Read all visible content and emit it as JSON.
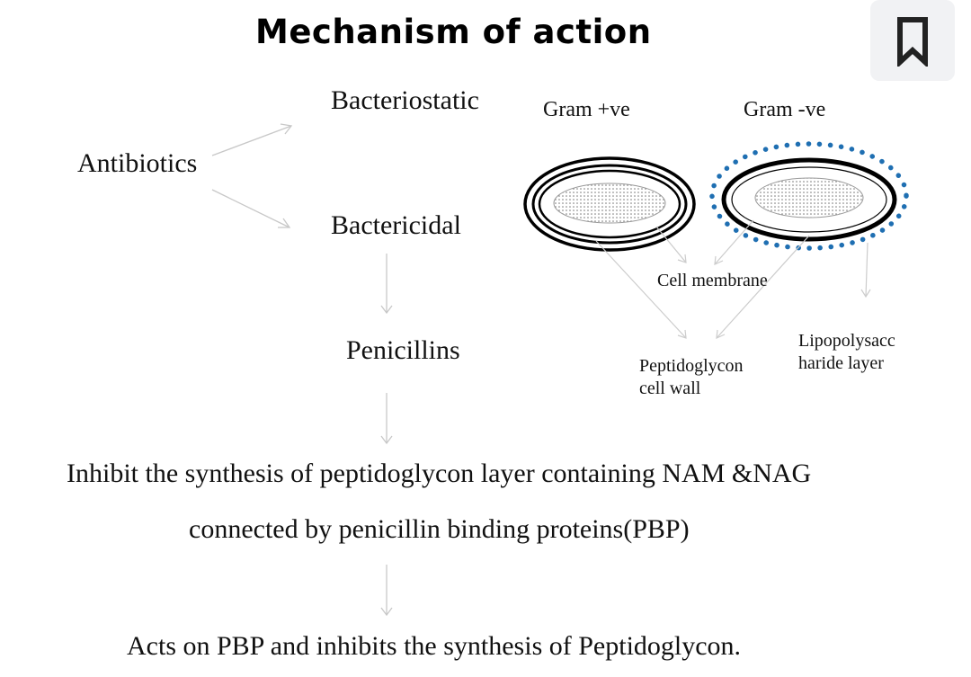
{
  "title": "Mechanism of action",
  "toolbar": {
    "bookmark_icon": "bookmark-icon"
  },
  "flow": {
    "antibiotics": "Antibiotics",
    "bacteriostatic": "Bacteriostatic",
    "bactericidal": "Bactericidal",
    "penicillins": "Penicillins",
    "inhibit_line1": "Inhibit the synthesis of peptidoglycon layer containing NAM &NAG",
    "inhibit_line2": "connected by penicillin binding proteins(PBP)",
    "acts": "Acts on PBP and inhibits the synthesis of Peptidoglycon."
  },
  "cells": {
    "gram_pos": "Gram +ve",
    "gram_neg": "Gram -ve",
    "cell_membrane": "Cell membrane",
    "peptidoglycan_line1": "Peptidoglycon",
    "peptidoglycan_line2": "cell wall",
    "lps_line1": "Lipopolysacc",
    "lps_line2": "haride layer"
  },
  "colors": {
    "lps_dots": "#1f6fb2",
    "arrows": "#c8c8c8",
    "bookmark_bg": "#f1f2f4"
  }
}
